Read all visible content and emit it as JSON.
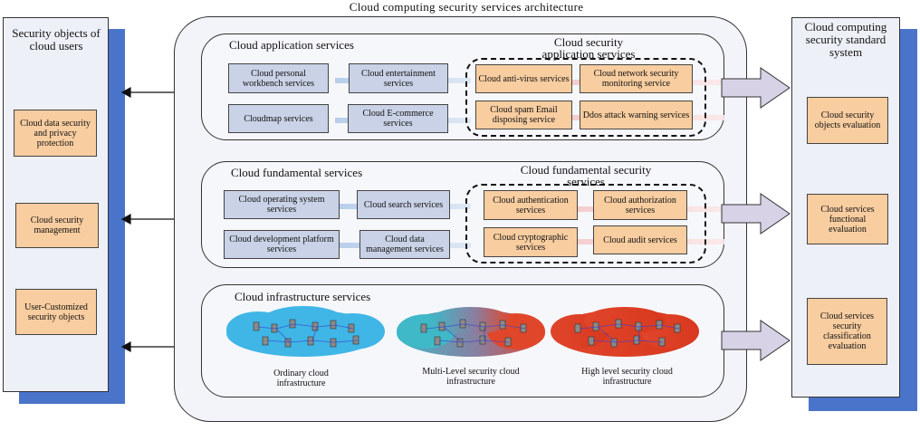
{
  "title": "Cloud computing security services architecture",
  "left_panel": {
    "title": "Security objects of cloud users",
    "items": [
      "Cloud data security and privacy protection",
      "Cloud security management",
      "User-Customized security objects"
    ]
  },
  "right_panel": {
    "title": "Cloud computing security standard system",
    "items": [
      "Cloud security objects evaluation",
      "Cloud services functional evaluation",
      "Cloud services security classification evaluation"
    ]
  },
  "application": {
    "title": "Cloud application services",
    "services": [
      "Cloud personal workbench services",
      "Cloud entertainment services",
      "Cloudmap services",
      "Cloud E-commerce services"
    ],
    "security_title": "Cloud security application services",
    "security_services": [
      "Cloud anti-virus services",
      "Cloud network security monitoring service",
      "Cloud spam Email disposing service",
      "Ddos attack warning services"
    ]
  },
  "fundamental": {
    "title": "Cloud fundamental services",
    "services": [
      "Cloud operating system services",
      "Cloud search services",
      "Cloud development platform services",
      "Cloud data management services"
    ],
    "security_title": "Cloud fundamental security services",
    "security_services": [
      "Cloud authentication services",
      "Cloud authorization services",
      "Cloud cryptographic services",
      "Cloud audit services"
    ]
  },
  "infrastructure": {
    "title": "Cloud infrastructure services",
    "clouds": [
      {
        "label": "Ordinary cloud infrastructure",
        "colors": [
          "#3fb6e6",
          "#3fb6e6"
        ]
      },
      {
        "label": "Multi-Level security cloud infrastructure",
        "colors": [
          "#3fb8c8",
          "#e0472a"
        ]
      },
      {
        "label": "High level security cloud infrastructure",
        "colors": [
          "#e0452a",
          "#d8391f"
        ]
      }
    ]
  },
  "colors": {
    "panel_shadow": "#4a74c9",
    "security_box": "#f8cda0",
    "service_box": "#c9d2e6",
    "arrow_fill": "#d7d2e6"
  }
}
